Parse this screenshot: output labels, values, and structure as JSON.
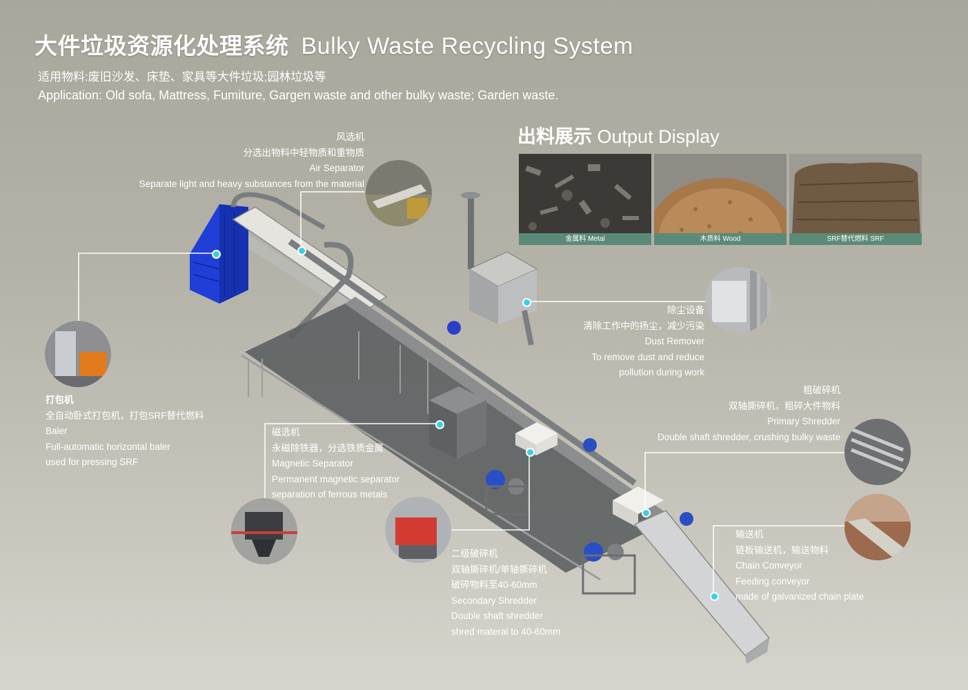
{
  "header": {
    "title_cn": "大件垃圾资源化处理系统",
    "title_en": "Bulky Waste Recycling System",
    "application_cn": "适用物料:废旧沙发、床垫、家具等大件垃圾;园林垃圾等",
    "application_en": "Application: Old sofa, Mattress, Fumiture, Gargen waste and other bulky waste; Garden waste."
  },
  "output_display": {
    "title_cn": "出料展示",
    "title_en": "Output Display",
    "items": [
      {
        "caption": "金属料 Metal"
      },
      {
        "caption": "木质料 Wood"
      },
      {
        "caption": "SRF替代燃料 SRF"
      }
    ]
  },
  "equipment": {
    "air_separator": {
      "name_cn": "风选机",
      "desc_cn": "分选出物料中轻物质和重物质",
      "name_en": "Air Separator",
      "desc_en": "Separate light and heavy substances from the material"
    },
    "baler": {
      "name_cn": "打包机",
      "desc_cn": "全自动卧式打包机，打包SRF替代燃料",
      "name_en": "Baler",
      "desc_en1": "Full-automatic horizontal baler",
      "desc_en2": "used for pressing SRF"
    },
    "dust_remover": {
      "name_cn": "除尘设备",
      "desc_cn": "清除工作中的扬尘，减少污染",
      "name_en": "Dust Remover",
      "desc_en1": "To remove dust and reduce",
      "desc_en2": "pollution during work"
    },
    "primary_shredder": {
      "name_cn": "粗破碎机",
      "desc_cn": "双轴撕碎机，粗碎大件物料",
      "name_en": "Primary Shredder",
      "desc_en": "Double shaft shredder, crushing bulky waste"
    },
    "magnetic_separator": {
      "name_cn": "磁选机",
      "desc_cn": "永磁除铁器，分选铁质金属",
      "name_en": "Magnetic Separator",
      "desc_en1": "Permanent magnetic separator",
      "desc_en2": "separation of ferrous metals"
    },
    "chain_conveyor": {
      "name_cn": "输送机",
      "desc_cn": "链板输送机，输送物料",
      "name_en": "Chain Conveyor",
      "desc_en1": "Feeding conveyor",
      "desc_en2": "made of galvanized chain plate"
    },
    "secondary_shredder": {
      "name_cn": "二级破碎机",
      "desc_cn1": "双轴撕碎机/单轴撕碎机",
      "desc_cn2": "破碎物料至40-60mm",
      "name_en": "Secondary Shredder",
      "desc_en1": "Double shaft shredder",
      "desc_en2": "shred materal to 40-60mm"
    }
  },
  "colors": {
    "accent": "#39d0e6",
    "caption_bar": "#5b8a78",
    "machine_gray": "#6b6e70",
    "baler_blue": "#1f3fd8"
  }
}
